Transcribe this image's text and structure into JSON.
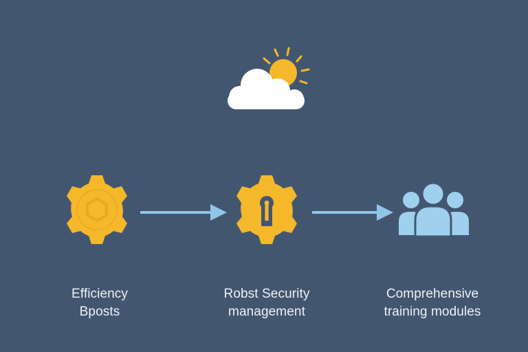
{
  "steps": [
    {
      "icon": "gear-hexagon-icon",
      "label_line1": "Efficiency",
      "label_line2": "Bposts"
    },
    {
      "icon": "gear-keyhole-icon",
      "label_line1": "Robst Security",
      "label_line2": "management"
    },
    {
      "icon": "people-group-icon",
      "label_line1": "Comprehensive",
      "label_line2": "training modules"
    }
  ],
  "header_icon": "sun-cloud-icon",
  "colors": {
    "background": "#435670",
    "gear": "#f5b82a",
    "gear_detail": "#e8a91e",
    "arrow": "#8fc6e8",
    "people": "#9fd0ee",
    "cloud": "#ffffff",
    "sun": "#f5b82a",
    "text": "#eef2f6"
  }
}
